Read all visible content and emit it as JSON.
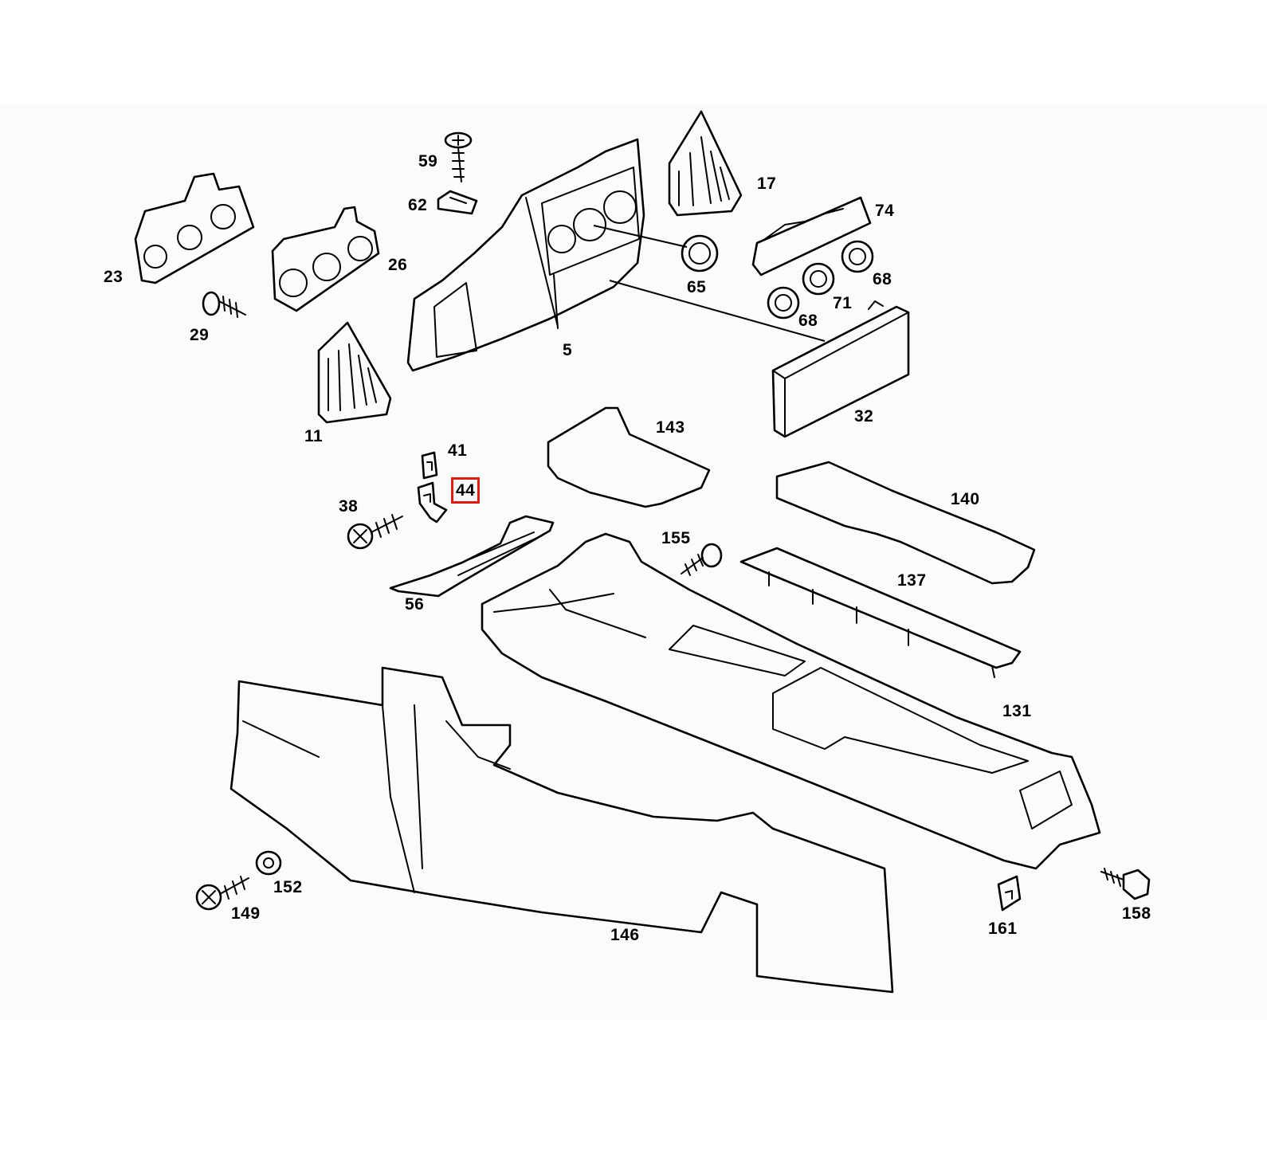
{
  "parts": [
    {
      "id": "p5",
      "label": "5"
    },
    {
      "id": "p11",
      "label": "11"
    },
    {
      "id": "p17",
      "label": "17"
    },
    {
      "id": "p23",
      "label": "23"
    },
    {
      "id": "p26",
      "label": "26"
    },
    {
      "id": "p29",
      "label": "29"
    },
    {
      "id": "p32",
      "label": "32"
    },
    {
      "id": "p38",
      "label": "38"
    },
    {
      "id": "p41",
      "label": "41"
    },
    {
      "id": "p44",
      "label": "44"
    },
    {
      "id": "p56",
      "label": "56"
    },
    {
      "id": "p59",
      "label": "59"
    },
    {
      "id": "p62",
      "label": "62"
    },
    {
      "id": "p65",
      "label": "65"
    },
    {
      "id": "p68a",
      "label": "68"
    },
    {
      "id": "p68b",
      "label": "68"
    },
    {
      "id": "p71",
      "label": "71"
    },
    {
      "id": "p74",
      "label": "74"
    },
    {
      "id": "p131",
      "label": "131"
    },
    {
      "id": "p137",
      "label": "137"
    },
    {
      "id": "p140",
      "label": "140"
    },
    {
      "id": "p143",
      "label": "143"
    },
    {
      "id": "p146",
      "label": "146"
    },
    {
      "id": "p149",
      "label": "149"
    },
    {
      "id": "p152",
      "label": "152"
    },
    {
      "id": "p155",
      "label": "155"
    },
    {
      "id": "p158",
      "label": "158"
    },
    {
      "id": "p161",
      "label": "161"
    }
  ],
  "highlighted_part": "44",
  "colors": {
    "highlight": "#e01b12",
    "line": "#000000",
    "background": "#fbfbfb"
  }
}
